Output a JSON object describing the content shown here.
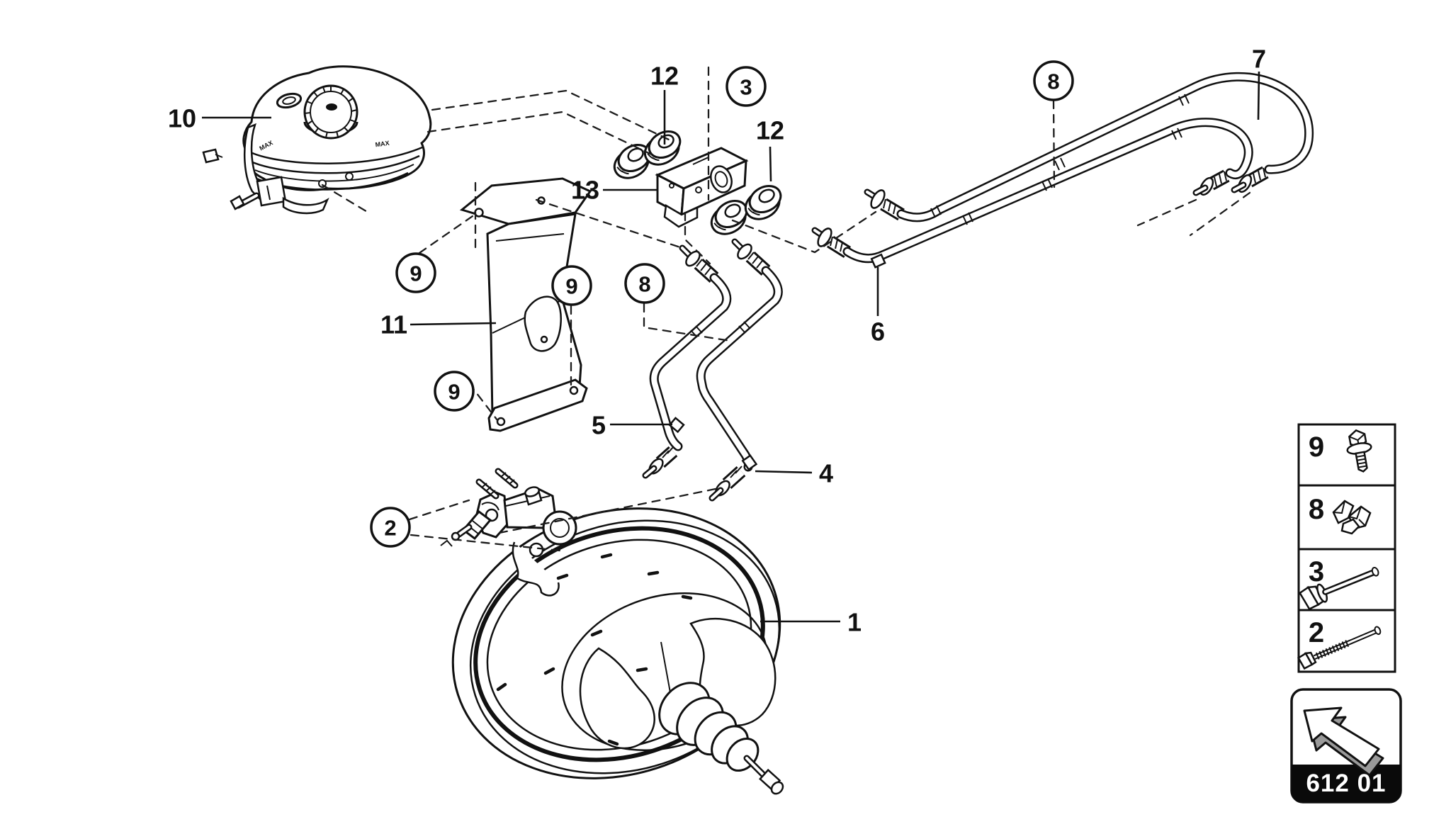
{
  "colors": {
    "line": "#111111",
    "background": "#ffffff",
    "badge_bg": "#0a0a0a",
    "badge_text": "#ffffff",
    "arrow_shadow": "#9a9a9a"
  },
  "diagram": {
    "labels": {
      "l1": "1",
      "l4": "4",
      "l5": "5",
      "l6": "6",
      "l7": "7",
      "l10": "10",
      "l11": "11",
      "l12a": "12",
      "l12b": "12",
      "l13": "13"
    },
    "callouts": {
      "c2": "2",
      "c3": "3",
      "c8a": "8",
      "c8b": "8",
      "c9a": "9",
      "c9b": "9",
      "c9c": "9"
    },
    "reservoir_marking": "MAX"
  },
  "legend": {
    "items": [
      {
        "num": "9",
        "icon": "flange-bolt-icon"
      },
      {
        "num": "8",
        "icon": "pipe-clip-icon"
      },
      {
        "num": "3",
        "icon": "shoulder-bolt-icon"
      },
      {
        "num": "2",
        "icon": "long-bolt-icon"
      }
    ]
  },
  "badge": {
    "code": "612 01",
    "icon": "back-arrow-icon"
  }
}
